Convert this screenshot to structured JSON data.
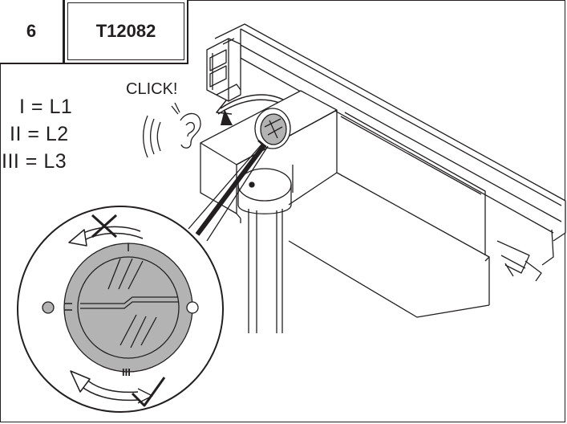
{
  "header": {
    "step_number": "6",
    "product_code": "T12082"
  },
  "legend": [
    {
      "marker": "I",
      "phase": "L1"
    },
    {
      "marker": "II",
      "phase": "L2"
    },
    {
      "marker": "III",
      "phase": "L3"
    }
  ],
  "annotation": {
    "click_text": "CLICK!"
  },
  "dial": {
    "top_mark": "I",
    "left_mark": "II",
    "bottom_mark": "III"
  },
  "colors": {
    "line": "#231f20",
    "dial_fill": "#b3b3b3",
    "background": "#ffffff"
  },
  "icons": [
    "ear-icon",
    "sound-waves-icon",
    "cross-mark-icon",
    "check-mark-icon",
    "rotate-arrow-icon"
  ]
}
